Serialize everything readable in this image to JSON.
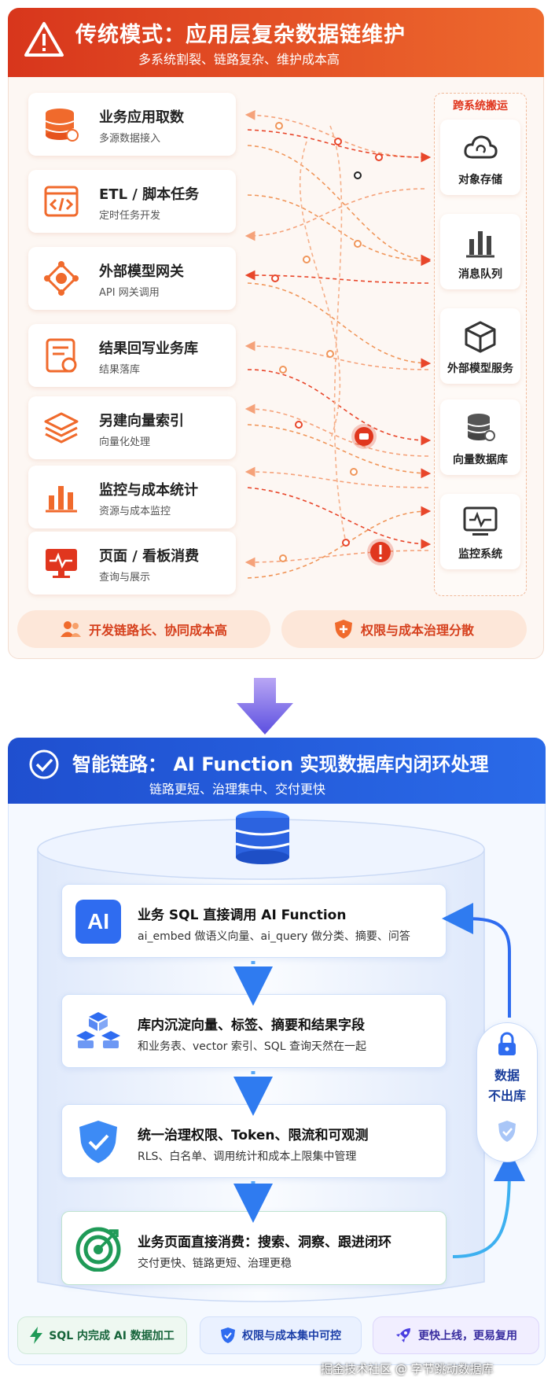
{
  "top": {
    "title": "传统模式：应用层复杂数据链维护",
    "subtitle": "多系统割裂、链路复杂、维护成本高",
    "left_items": [
      {
        "title": "业务应用取数",
        "sub": "多源数据接入",
        "icon": "database-icon"
      },
      {
        "title": "ETL / 脚本任务",
        "sub": "定时任务开发",
        "icon": "code-icon"
      },
      {
        "title": "外部模型网关",
        "sub": "API 网关调用",
        "icon": "network-icon"
      },
      {
        "title": "结果回写业务库",
        "sub": "结果落库",
        "icon": "document-icon"
      },
      {
        "title": "另建向量索引",
        "sub": "向量化处理",
        "icon": "layers-icon"
      },
      {
        "title": "监控与成本统计",
        "sub": "资源与成本监控",
        "icon": "bar-chart-icon"
      },
      {
        "title": "页面 / 看板消费",
        "sub": "查询与展示",
        "icon": "monitor-icon"
      }
    ],
    "cross_label": "跨系统搬运",
    "right_items": [
      {
        "label": "对象存储",
        "icon": "cloud-icon"
      },
      {
        "label": "消息队列",
        "icon": "bars-icon"
      },
      {
        "label": "外部模型服务",
        "icon": "cube-icon"
      },
      {
        "label": "向量数据库",
        "icon": "database-icon"
      },
      {
        "label": "监控系统",
        "icon": "monitor-icon"
      }
    ],
    "pills": [
      {
        "text": "开发链路长、协同成本高",
        "icon": "people-icon"
      },
      {
        "text": "权限与成本治理分散",
        "icon": "shield-plus-icon"
      }
    ]
  },
  "bottom": {
    "title": "智能链路： AI Function 实现数据库内闭环处理",
    "subtitle": "链路更短、治理集中、交付更快",
    "ai_badge": "AI",
    "steps": [
      {
        "title": "业务 SQL 直接调用 AI Function",
        "sub": "ai_embed 做语义向量、ai_query 做分类、摘要、问答",
        "icon": "ai-icon"
      },
      {
        "title": "库内沉淀向量、标签、摘要和结果字段",
        "sub": "和业务表、vector 索引、SQL 查询天然在一起",
        "icon": "cubes-icon"
      },
      {
        "title": "统一治理权限、Token、限流和可观测",
        "sub": "RLS、白名单、调用统计和成本上限集中管理",
        "icon": "shield-check-icon"
      },
      {
        "title": "业务页面直接消费：搜索、洞察、跟进闭环",
        "sub": "交付更快、链路更短、治理更稳",
        "icon": "target-icon"
      }
    ],
    "side_label_1": "数据",
    "side_label_2": "不出库",
    "pills": [
      {
        "text": "SQL 内完成 AI 数据加工",
        "icon": "bolt-icon"
      },
      {
        "text": "权限与成本集中可控",
        "icon": "shield-icon"
      },
      {
        "text": "更快上线，更易复用",
        "icon": "rocket-icon"
      }
    ]
  },
  "watermark": "掘金技术社区 @ 字节跳动数据库",
  "colors": {
    "red": "#e0361e",
    "orange": "#f07a32",
    "blue": "#2563eb"
  }
}
